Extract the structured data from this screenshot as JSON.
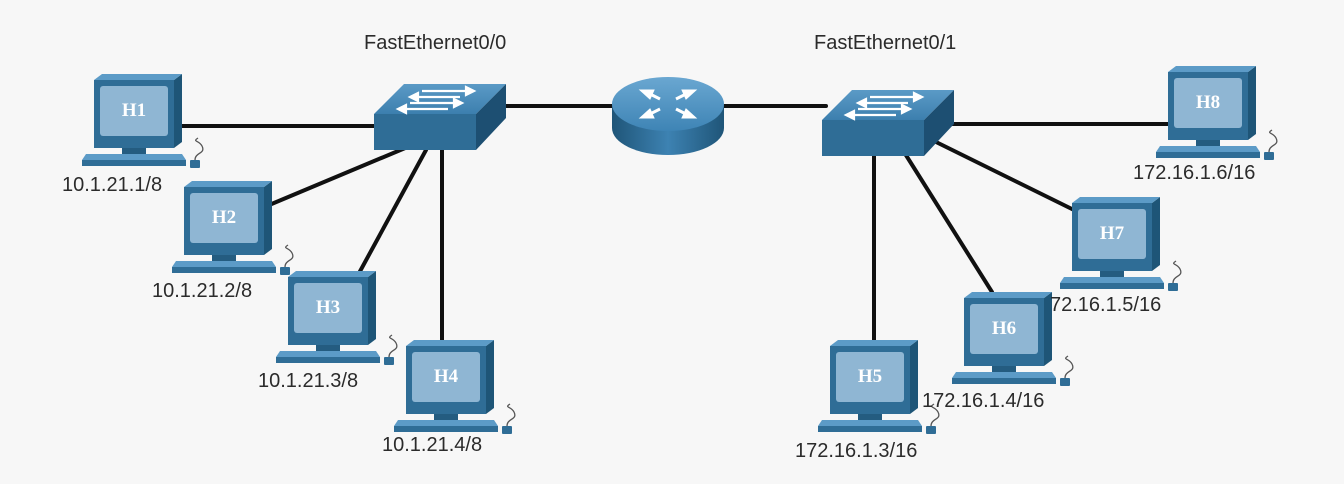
{
  "router": {
    "left_interface_label": "FastEthernet0/0",
    "right_interface_label": "FastEthernet0/1"
  },
  "hosts": [
    {
      "name": "H1",
      "ip": "10.1.21.1/8"
    },
    {
      "name": "H2",
      "ip": "10.1.21.2/8"
    },
    {
      "name": "H3",
      "ip": "10.1.21.3/8"
    },
    {
      "name": "H4",
      "ip": "10.1.21.4/8"
    },
    {
      "name": "H5",
      "ip": "172.16.1.3/16"
    },
    {
      "name": "H6",
      "ip": "172.16.1.4/16"
    },
    {
      "name": "H7",
      "ip": "72.16.1.5/16"
    },
    {
      "name": "H8",
      "ip": "172.16.1.6/16"
    }
  ],
  "colors": {
    "device_blue": "#2f6d96",
    "device_light": "#4a8fbf",
    "screen": "#8fb6d3",
    "link": "#111111"
  }
}
